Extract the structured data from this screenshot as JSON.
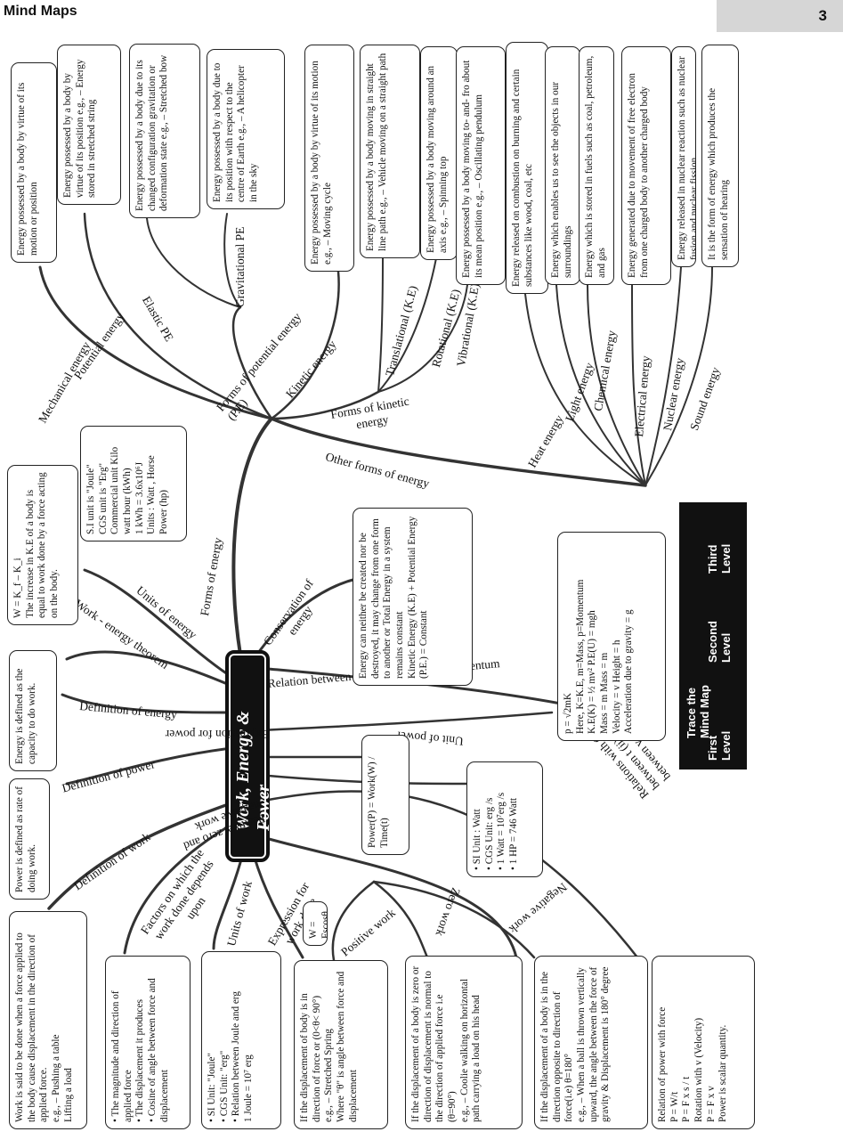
{
  "header": {
    "title": "Mind Maps",
    "page_number": "3"
  },
  "center_topic": "Work, Energy & Power",
  "branches": {
    "mechanical_energy": "Mechanical energy",
    "potential_energy": "Potential energy",
    "forms_of_pe": "Forms of potential energy (P.E)",
    "elastic_pe": "Elastic PE",
    "gravitational_pe": "Gravitational PE",
    "kinetic_energy": "Kinetic energy",
    "forms_of_ke": "Forms of kinetic energy",
    "translational": "Translational (K.E)",
    "rotational": "Rotational (K.E)",
    "vibrational": "Vibrational (K.E)",
    "other_forms": "Other forms of energy",
    "heat": "Heat energy",
    "light": "Light energy",
    "chemical": "Chemical energy",
    "electrical": "Electrical energy",
    "nuclear": "Nuclear energy",
    "sound": "Sound energy",
    "forms_of_energy": "Forms of energy",
    "conservation": "Conservation of energy",
    "relation_ke_momentum": "Relation between kinetic energy and momentum",
    "units_of_energy": "Units of energy",
    "work_energy_theorem": "Work - energy theorem",
    "definition_of_energy": "Definition of energy",
    "definition_of_power": "Definition of power",
    "expression_for_power": "Expression for power",
    "unit_of_power": "Unit of power",
    "relations_with": "Relations with (i) P W between t (ii) P F between v",
    "definition_of_work": "Definition of work",
    "factors": "Factors on which the work done depends upon",
    "units_of_work": "Units of work",
    "expression_work": "Expression for work done",
    "pos_zero_neg": "Positive, zero and negative work",
    "positive_work": "Positive work",
    "zero_work": "Zero work",
    "negative_work": "Negative work"
  },
  "boxes": {
    "mechanical": "Energy possessed by a body by virtue of its motion or position",
    "potential": "Energy possessed by a body by virtue of its position e.g., – Energy stored in stretched string",
    "elastic": "Energy possessed by a body due to its changed configuration gravitation or deformation state e.g., – Stretched bow",
    "gravitational": "Energy possessed by a body due to its position with respect to the centre of Earth e.g., – A helicopter in the sky",
    "kinetic": "Energy possessed by a body by virtue of its motion e.g., – Moving cycle",
    "translational": "Energy possessed by a body moving in straight line path e.g., – Vehicle moving on a straight path",
    "rotational": "Energy possessed by a body moving around an axis e.g., – Spinning top",
    "vibrational": "Energy possessed by a body moving to- and- fro about its mean position e.g., – Oscillating pendulum",
    "heat": "Energy released on combustion on burning and certain substances like wood, coal, etc",
    "light": "Energy which enables us to see the objects in our surroundings",
    "chemical": "Energy which is stored in fuels such as coal, petroleum, and gas",
    "electrical": "Energy generated due to movement of free electron from one charged body to another charged body",
    "nuclear": "Energy released in nuclear reaction such as nuclear fusion and nuclear fission",
    "sound": "It is the form of energy which produces the sensation of hearing",
    "work_energy": "W = K_f – K_i\nThe increase in K.E of a body is equal to work done by a force acting on the body.",
    "units_energy": "S.I unit is \"Joule\"\nCGS unit is \"Erg\"\nCommercial unit Kilo watt hour (kWh)\n1 kWh = 3.6x10⁶J\nUnits : Watt , Horse Power (hp)",
    "conservation": "Energy can neither be created nor be destroyed, it may change from one form to another or Total Energy in a system remains constant\nKinetic Energy (K.E) + Potential Energy (P.E.) = Constant",
    "ke_momentum": "p = √2mK\nHere, K=K.E, m=Mass, p=Momentum\nK.E(K) = ½ mv²     P.E(U) = mgh\nMass = m     Mass = m\nVelocity = v     Height = h\nAcceleration due to gravity = g",
    "def_energy": "Energy is defined as the capacity to do work.",
    "def_power": "Power is defined as rate of doing work.",
    "expr_power": "Power(P) = Work(W) / Time(t)",
    "unit_power": "• SI Unit : Watt\n• CGS Unit: erg /s\n• 1 Watt = 10⁷erg /s\n• 1 HP = 746 Watt",
    "def_work": "Work is said to be done when a force applied to the body cause displacement in the direction of applied force.\ne.g., – Pushing a table\nLifting a load",
    "factors": "• The magnitude and direction of applied force\n• The displacement it produces\n• Cosine of angle between force and displacement",
    "units_work": "• SI Unit: \"Joule\"\n• CGS Unit: \"erg\"\n• Relation between Joule and erg\n1 Joule = 10⁷ erg",
    "expr_work": "W = Fscosθ",
    "positive": "If the displacement of body is in direction of force or (0<θ< 90°)\ne.g., – Stretched Spring\nWhere \"θ\" is angle between force and displacement",
    "zero": "If the displacement of a body is zero or direction of displacement is normal to the direction of applied force i.e (θ=90°)\ne.g., – Coolie walking on horizontal path carrying a load on his head",
    "negative": "If the displacement of a body is in the direction opposite to direction of force(i.e) θ=180°\ne.g., – When a ball is thrown vertically upward, the angle between the force of gravity & Displacement is 180° degree",
    "relations": "Relation of power with force\nP = W/t\nP = F x s / t\nRotation with v (Velocity)\nP = F x v\nPower is scalar quantity."
  },
  "legend": {
    "title": "Trace the Mind Map",
    "first": "First Level",
    "second": "Second Level",
    "third": "Third Level"
  }
}
